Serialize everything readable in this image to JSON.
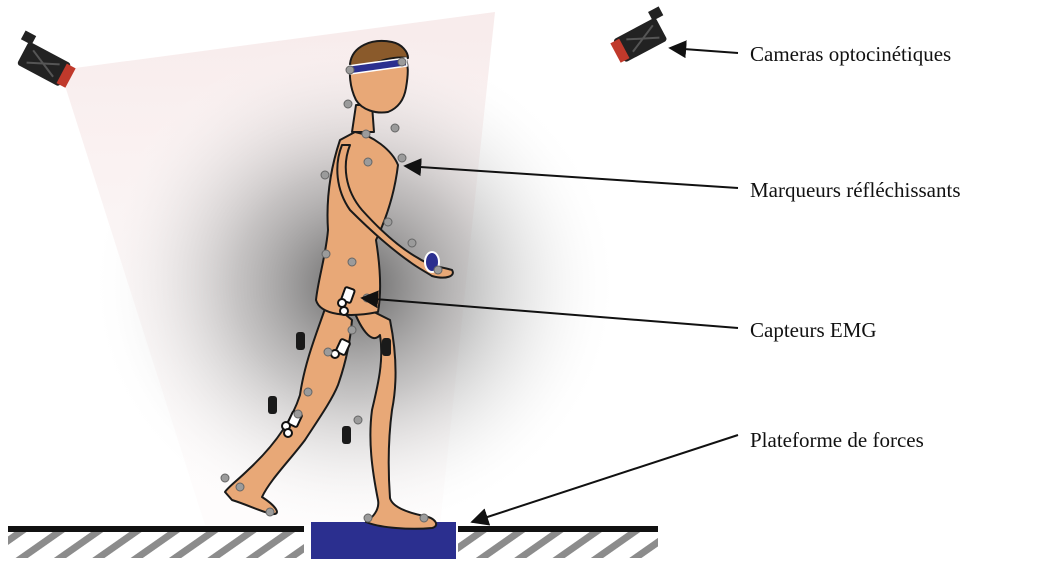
{
  "labels": {
    "cameras": "Cameras optocinétiques",
    "markers": "Marqueurs réfléchissants",
    "emg": "Capteurs EMG",
    "platform": "Plateforme de forces"
  },
  "colors": {
    "skin": "#e8a877",
    "outline": "#1a1a1a",
    "hair": "#8a5a2b",
    "headband": "#2b2f8f",
    "marker": "#9b9b9b",
    "force_plate": "#2b2f8f",
    "floor_line": "#111111",
    "floor_hatch": "#8c8c8c",
    "glow": "#6e6e6e",
    "camera_body": "#222222",
    "camera_lens": "#c0392b"
  }
}
